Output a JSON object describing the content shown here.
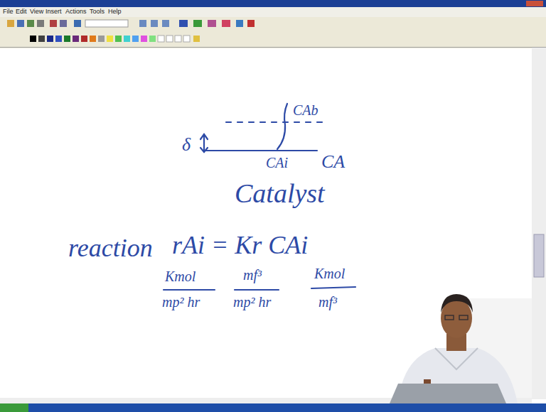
{
  "diagram": {
    "labels": [
      "File",
      "Edit",
      "View",
      "Insert",
      "Actions",
      "Tools",
      "Help",
      "CAb",
      "δ",
      "CAi",
      "CA",
      "Catalyst",
      "reaction",
      "rAi = Kr CAi",
      "Kmol",
      "mp² hr",
      "mf³",
      "mp² hr",
      "Kmol",
      "mf³"
    ]
  }
}
